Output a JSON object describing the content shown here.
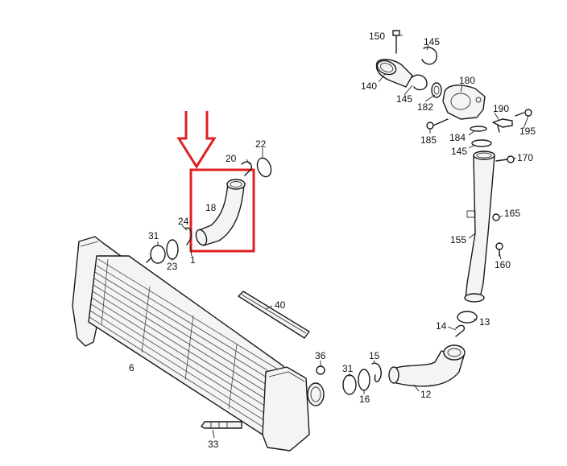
{
  "diagram": {
    "highlight_color": "#e02020",
    "highlighted_part": "18",
    "labels": {
      "p150": "150",
      "p145a": "145",
      "p140": "140",
      "p145b": "145",
      "p182": "182",
      "p180": "180",
      "p190": "190",
      "p195": "195",
      "p185": "185",
      "p184": "184",
      "p145c": "145",
      "p170": "170",
      "p20": "20",
      "p22": "22",
      "p18": "18",
      "p24": "24",
      "p31a": "31",
      "p23": "23",
      "p1": "1",
      "p165": "165",
      "p155": "155",
      "p160": "160",
      "p40": "40",
      "p14": "14",
      "p13": "13",
      "p6": "6",
      "p36": "36",
      "p15": "15",
      "p31b": "31",
      "p16": "16",
      "p12": "12",
      "p33": "33"
    }
  }
}
